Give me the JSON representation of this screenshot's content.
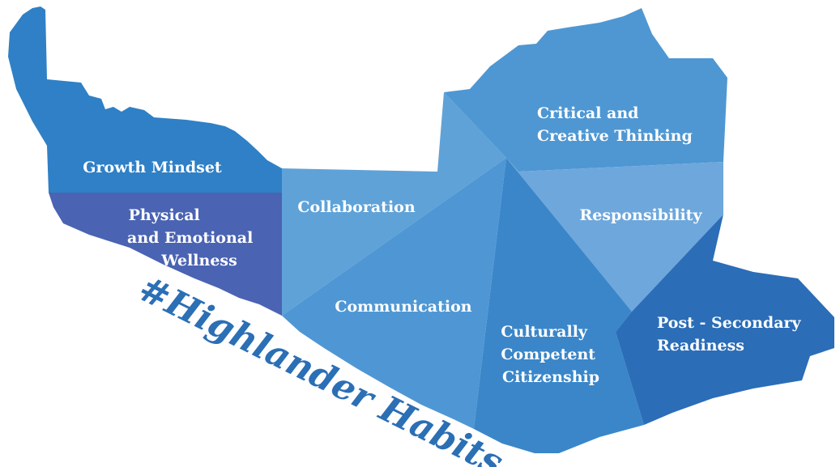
{
  "title": "#Highlander Habits",
  "regions": [
    {
      "id": "growth-mindset",
      "label_lines": [
        "Growth Mindset"
      ],
      "color": "#2f80c6"
    },
    {
      "id": "physical-emotional-wellness",
      "label_lines": [
        "Physical",
        "and Emotional",
        "Wellness"
      ],
      "color": "#4a63b3"
    },
    {
      "id": "collaboration",
      "label_lines": [
        "Collaboration"
      ],
      "color": "#5fa2d8"
    },
    {
      "id": "communication",
      "label_lines": [
        "Communication"
      ],
      "color": "#4f97d4"
    },
    {
      "id": "critical-creative-thinking",
      "label_lines": [
        "Critical and",
        "Creative Thinking"
      ],
      "color": "#4e97d3"
    },
    {
      "id": "responsibility",
      "label_lines": [
        "Responsibility"
      ],
      "color": "#6ea7dc"
    },
    {
      "id": "culturally-competent-citizenship",
      "label_lines": [
        "Culturally",
        "Competent",
        "Citizenship"
      ],
      "color": "#3a86c9"
    },
    {
      "id": "post-secondary-readiness",
      "label_lines": [
        "Post - Secondary",
        "Readiness"
      ],
      "color": "#2b6db7"
    }
  ]
}
